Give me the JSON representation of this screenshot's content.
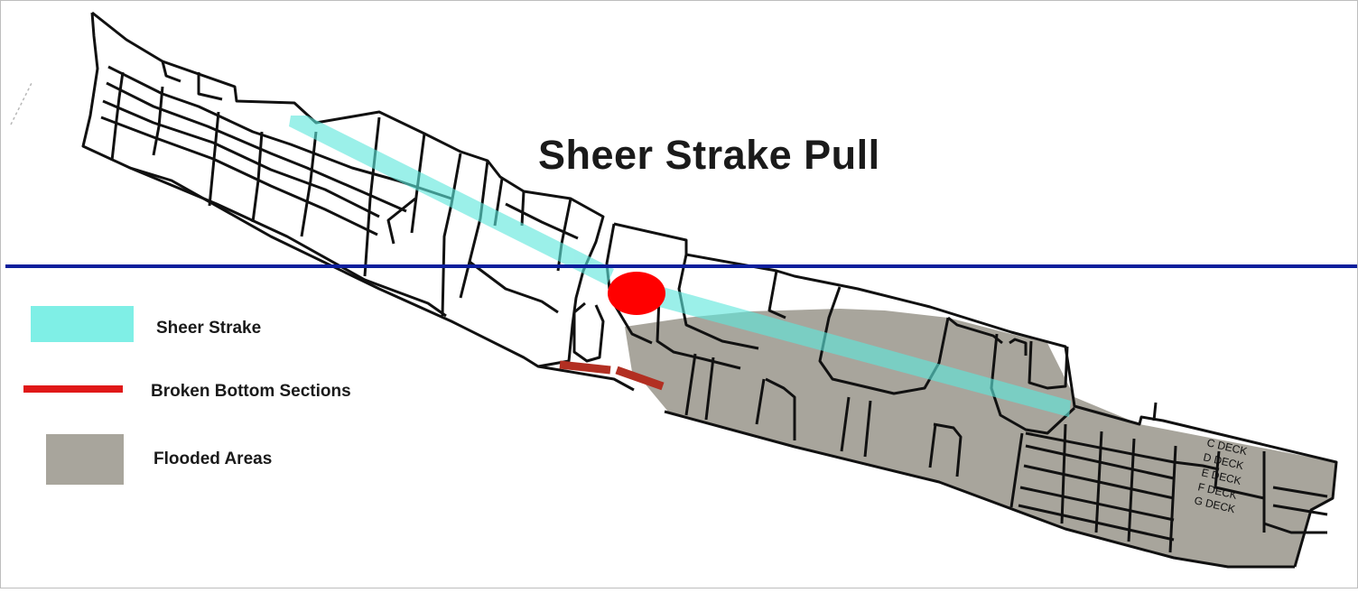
{
  "diagram": {
    "title": "Sheer Strake Pull",
    "deck_labels": [
      "C  DECK",
      "D  DECK",
      "E  DECK",
      "F  DECK",
      "G  DECK"
    ]
  },
  "legend": [
    {
      "key": "sheer_strake",
      "label": "Sheer Strake",
      "color": "#7fefe6"
    },
    {
      "key": "broken_bottom",
      "label": "Broken Bottom Sections",
      "color": "#e01818"
    },
    {
      "key": "flooded",
      "label": "Flooded Areas",
      "color": "#a8a59c"
    }
  ],
  "colors": {
    "waterline": "#0c1f9c",
    "hull_outline": "#111111",
    "stress_point": "#ff0000",
    "broken_sections": "#b22f22",
    "flooded": "#a8a59c",
    "sheer_strake": "#7fefe6"
  }
}
